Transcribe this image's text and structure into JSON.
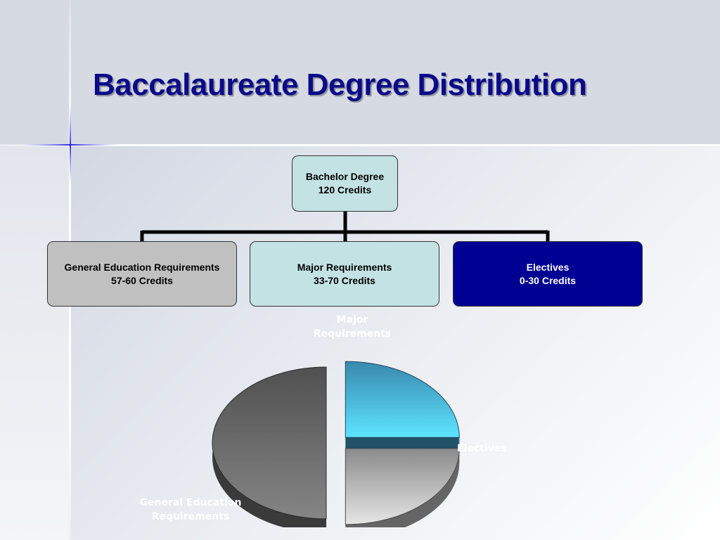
{
  "slide": {
    "title": "Baccalaureate Degree Distribution"
  },
  "org_chart": {
    "root": {
      "line1": "Bachelor Degree",
      "line2": "120 Credits"
    },
    "children": [
      {
        "line1": "General Education Requirements",
        "line2": "57-60 Credits",
        "fill": "#c0c0c0"
      },
      {
        "line1": "Major Requirements",
        "line2": "33-70 Credits",
        "fill": "#c3e2e4"
      },
      {
        "line1": "Electives",
        "line2": "0-30 Credits",
        "fill": "#000092"
      }
    ]
  },
  "chart_data": {
    "type": "pie",
    "style": "3d-exploded",
    "slices": [
      {
        "label": "Major Requirements",
        "value": 25,
        "color": "#4ab6e8"
      },
      {
        "label": "Electives",
        "value": 25,
        "color": "#b8b8b8"
      },
      {
        "label": "General Education Requirements",
        "value": 50,
        "color": "#6a6a6a"
      }
    ],
    "legend": "none"
  },
  "colors": {
    "title": "#0a0a8a",
    "header_band": "#d6dae3"
  }
}
